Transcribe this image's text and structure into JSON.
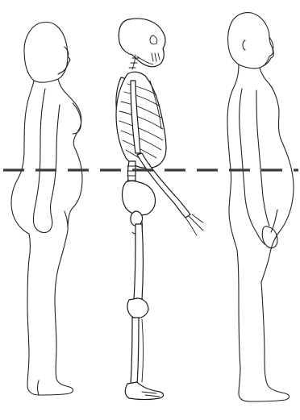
{
  "figure": {
    "figures": [
      {
        "name": "female-body-outline",
        "view": "side"
      },
      {
        "name": "skeleton",
        "view": "side"
      },
      {
        "name": "male-body-outline",
        "view": "side"
      }
    ],
    "reference_line": {
      "style": "dashed",
      "color": "#3a3a3a"
    },
    "colors": {
      "line": "#222222",
      "background": "#ffffff"
    }
  }
}
